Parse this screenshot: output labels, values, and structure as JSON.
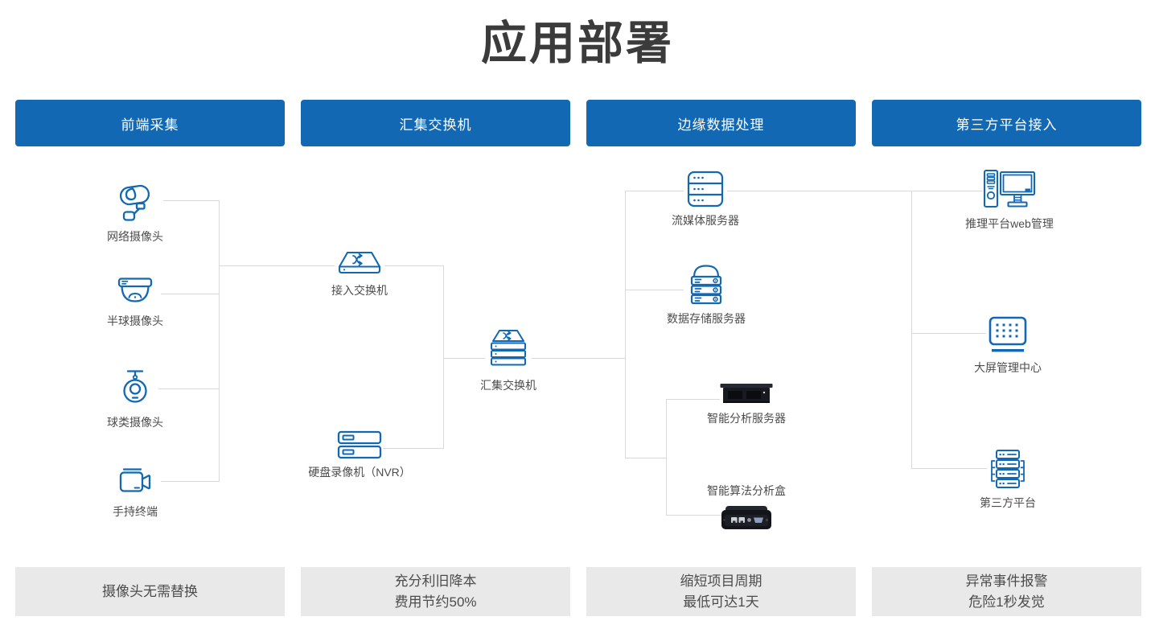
{
  "title": "应用部署",
  "columns": [
    {
      "header": "前端采集",
      "footer_lines": [
        "摄像头无需替换"
      ]
    },
    {
      "header": "汇集交换机",
      "footer_lines": [
        "充分利旧降本",
        "费用节约50%"
      ]
    },
    {
      "header": "边缘数据处理",
      "footer_lines": [
        "缩短项目周期",
        "最低可达1天"
      ]
    },
    {
      "header": "第三方平台接入",
      "footer_lines": [
        "异常事件报警",
        "危险1秒发觉"
      ]
    }
  ],
  "nodes": {
    "network_camera": "网络摄像头",
    "dome_camera": "半球摄像头",
    "ball_camera": "球类摄像头",
    "handheld_terminal": "手持终端",
    "access_switch": "接入交换机",
    "aggregation_switch": "汇集交换机",
    "nvr": "硬盘录像机（NVR）",
    "media_server": "流媒体服务器",
    "storage_server": "数据存储服务器",
    "analysis_server": "智能分析服务器",
    "analysis_box": "智能算法分析盒",
    "web_mgmt": "推理平台web管理",
    "big_screen": "大屏管理中心",
    "third_party": "第三方平台"
  },
  "colors": {
    "accent": "#1268b3",
    "line": "#d9d9d9",
    "footer_bg": "#e9e9e9",
    "footer_text": "#4c4c4c",
    "title_color": "#3b3b3b",
    "label_color": "#4d4d4d"
  }
}
